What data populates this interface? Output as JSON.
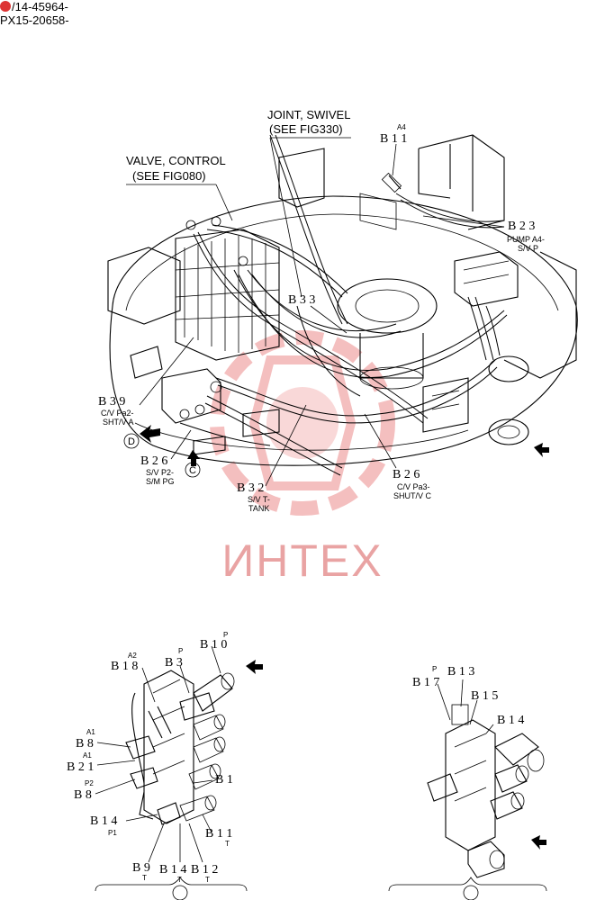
{
  "header": {
    "line1": "/14-45964-",
    "line2": "PX15-20658-"
  },
  "watermark": {
    "text": "ИНТЕХ",
    "color": "#e06060"
  },
  "callouts_main": {
    "joint_swivel": "JOINT, SWIVEL",
    "joint_swivel_ref": "(SEE FIG330)",
    "valve_control": "VALVE, CONTROL",
    "valve_control_ref": "(SEE FIG080)",
    "b11": "B 1 1",
    "b11_port": "A4",
    "b23": "B 2 3",
    "b23_desc1": "PUMP A4-",
    "b23_desc2": "S/V P",
    "b33": "B 3 3",
    "b39": "B 3 9",
    "b39_desc1": "C/V Pa2-",
    "b39_desc2": "SHT/V A",
    "view_d": "D",
    "view_c": "C",
    "b26_left": "B 2 6",
    "b26_left_desc1": "S/V P2-",
    "b26_left_desc2": "S/M PG",
    "b32": "B 3 2",
    "b32_desc1": "S/V T-",
    "b32_desc2": "TANK",
    "b26_right": "B 2 6",
    "b26_right_desc1": "C/V Pa3-",
    "b26_right_desc2": "SHUT/V C"
  },
  "detail_left": {
    "b10": "B 1 0",
    "b10_port": "P",
    "b18": "B 1 8",
    "b18_port": "A2",
    "b3": "B 3",
    "b3_port": "P",
    "b8_a": "B 8",
    "b8_a_port": "A1",
    "b21": "B 2 1",
    "b21_port": "A1",
    "b8_b": "B 8",
    "b8_b_port": "P2",
    "b1": "B 1",
    "b14": "B 1 4",
    "b14_port": "P1",
    "b11": "B 1 1",
    "b11_port": "T",
    "b9": "B 9",
    "b9_port": "T",
    "b14_b": "B 1 4",
    "b14_b_port": "T",
    "b12": "B 1 2",
    "b12_port": "T"
  },
  "detail_right": {
    "b17": "B 1 7",
    "b17_port": "P",
    "b13": "B 1 3",
    "b15": "B 1 5",
    "b14": "B 1 4"
  }
}
